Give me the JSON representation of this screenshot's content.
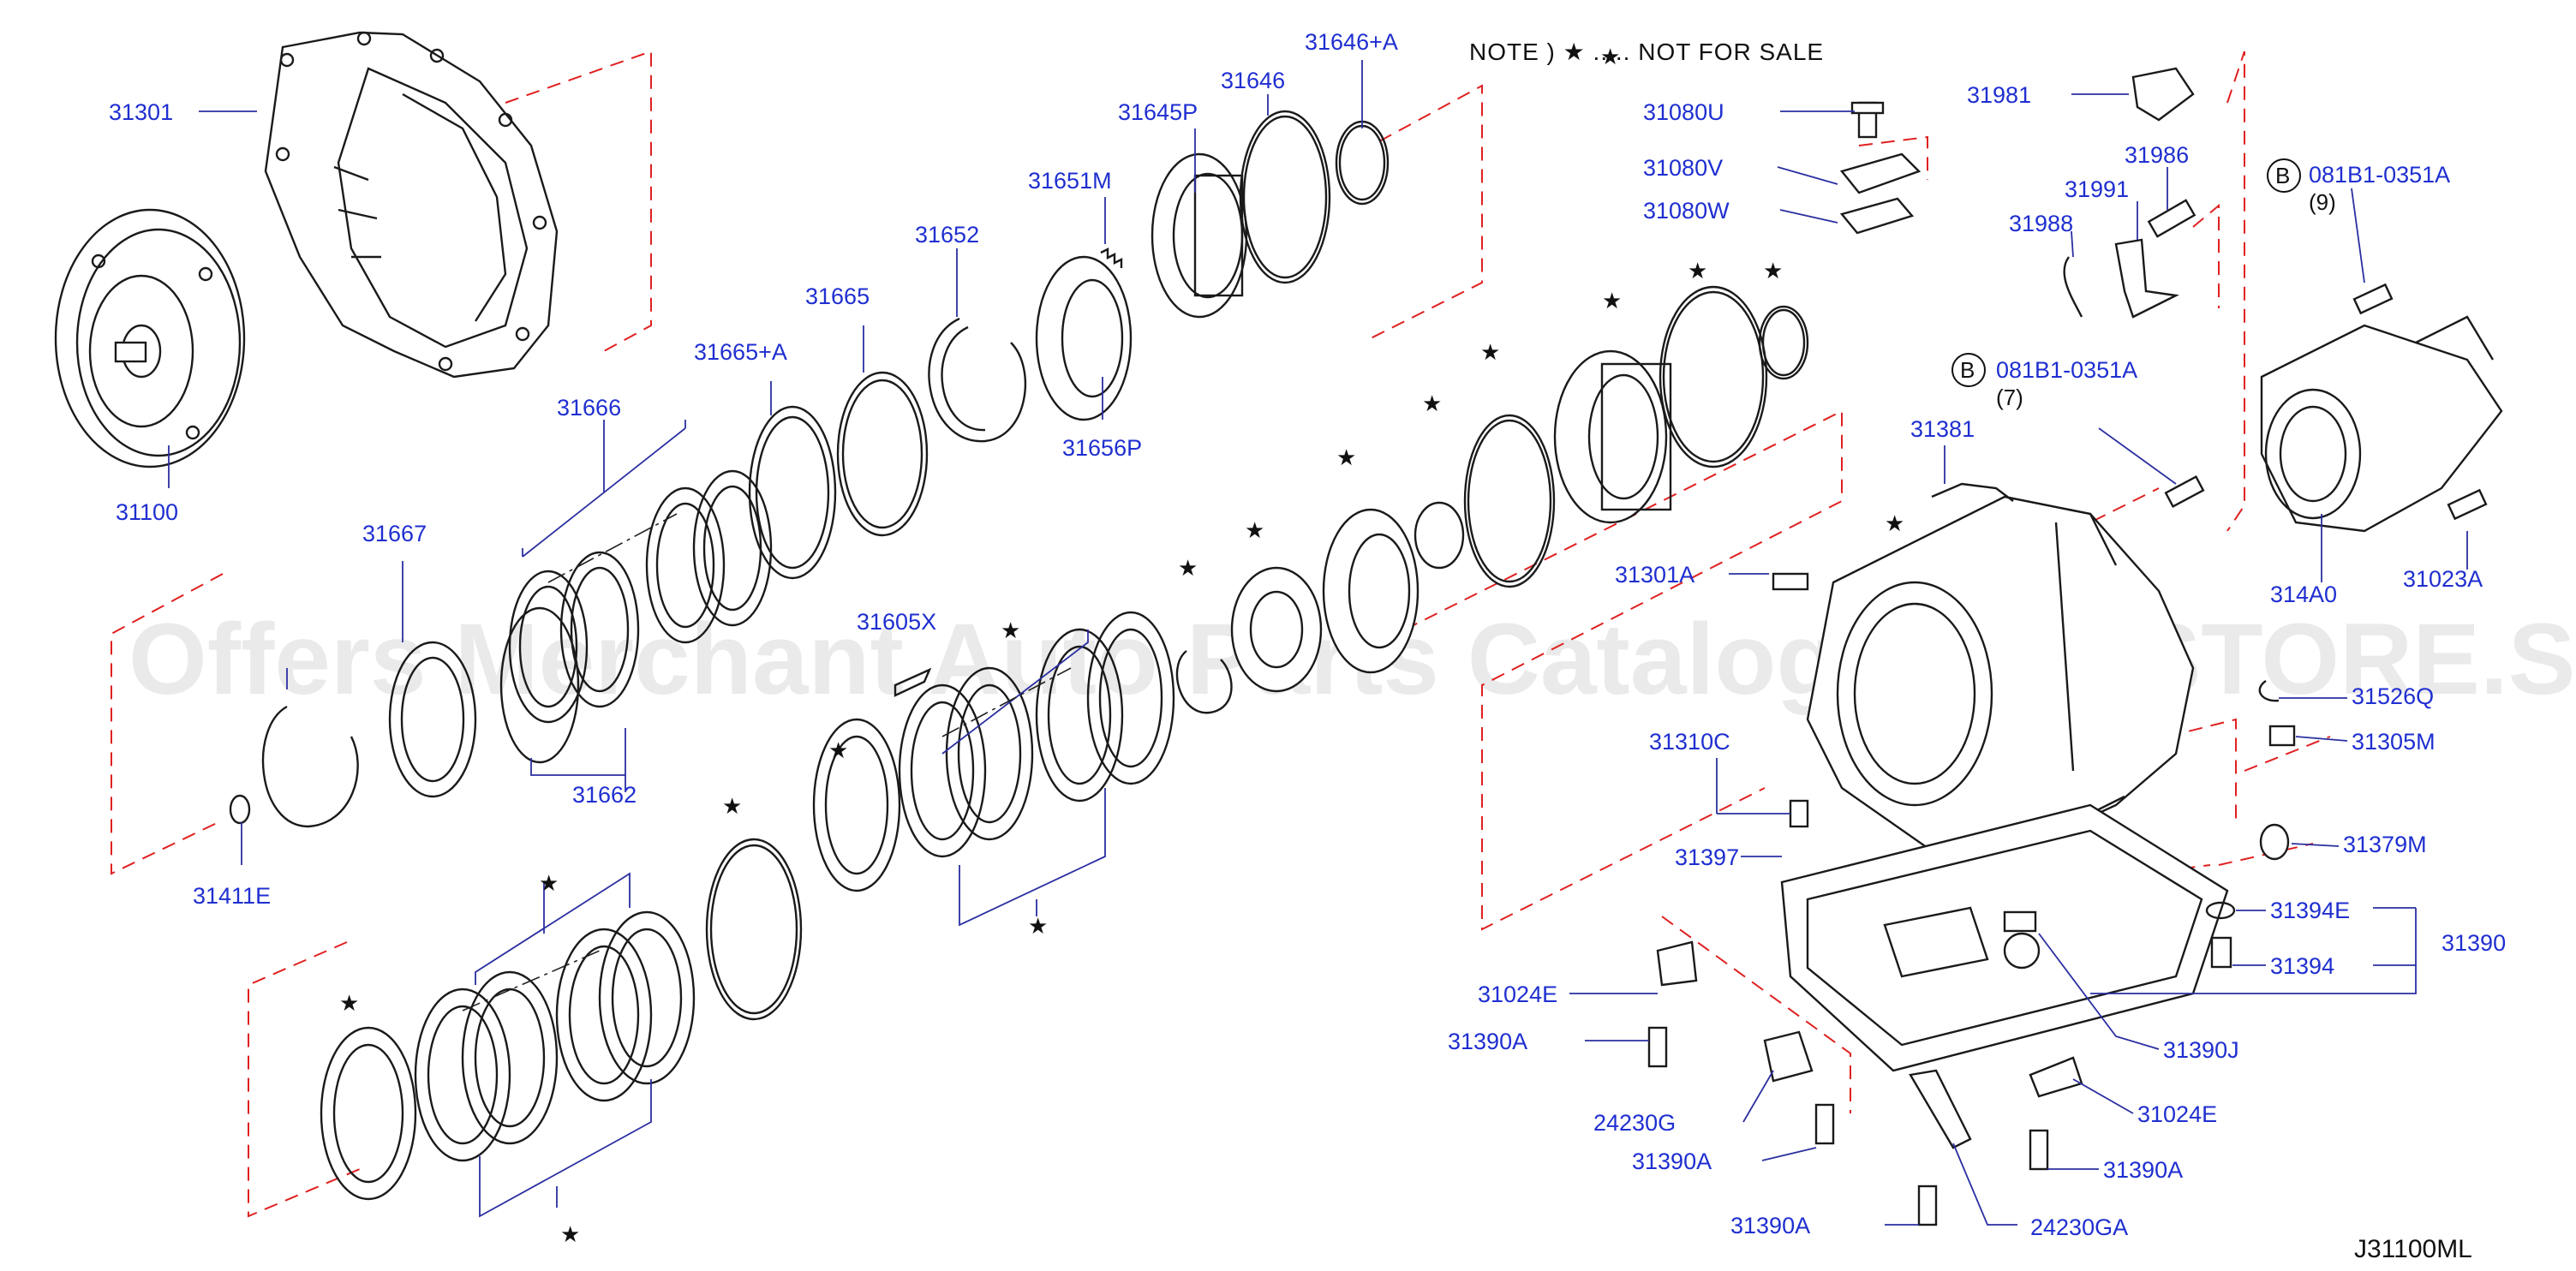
{
  "note": {
    "text": "NOTE  )  ★ ..... NOT   FOR   SALE"
  },
  "watermark": "Offers Merchant Auto Parts Catalog PARTSTORE.SA",
  "diagram_code": "J31100ML",
  "bolt_refs": {
    "b1": {
      "letter": "B",
      "part": "081B1-0351A",
      "qty": "(9)"
    },
    "b2": {
      "letter": "B",
      "part": "081B1-0351A",
      "qty": "(7)"
    }
  },
  "labels": {
    "l31301": "31301",
    "l31100": "31100",
    "l31646a": "31646+A",
    "l31646": "31646",
    "l31645p": "31645P",
    "l31651m": "31651M",
    "l31652": "31652",
    "l31656p": "31656P",
    "l31665": "31665",
    "l31665a": "31665+A",
    "l31666": "31666",
    "l31667": "31667",
    "l31662": "31662",
    "l31605x": "31605X",
    "l31411e": "31411E",
    "l31080u": "31080U",
    "l31080v": "31080V",
    "l31080w": "31080W",
    "l31981": "31981",
    "l31986": "31986",
    "l31991": "31991",
    "l31988": "31988",
    "l31381": "31381",
    "l31301a": "31301A",
    "l314a0": "314A0",
    "l31023a": "31023A",
    "l31526q": "31526Q",
    "l31305m": "31305M",
    "l31379m": "31379M",
    "l31310c": "31310C",
    "l31397": "31397",
    "l31394e": "31394E",
    "l31394": "31394",
    "l31390": "31390",
    "l31390j": "31390J",
    "l31024e_l": "31024E",
    "l31024e_r": "31024E",
    "l31390a_1": "31390A",
    "l31390a_2": "31390A",
    "l31390a_3": "31390A",
    "l31390a_4": "31390A",
    "l24230g": "24230G",
    "l24230ga": "24230GA"
  },
  "stars": "★"
}
